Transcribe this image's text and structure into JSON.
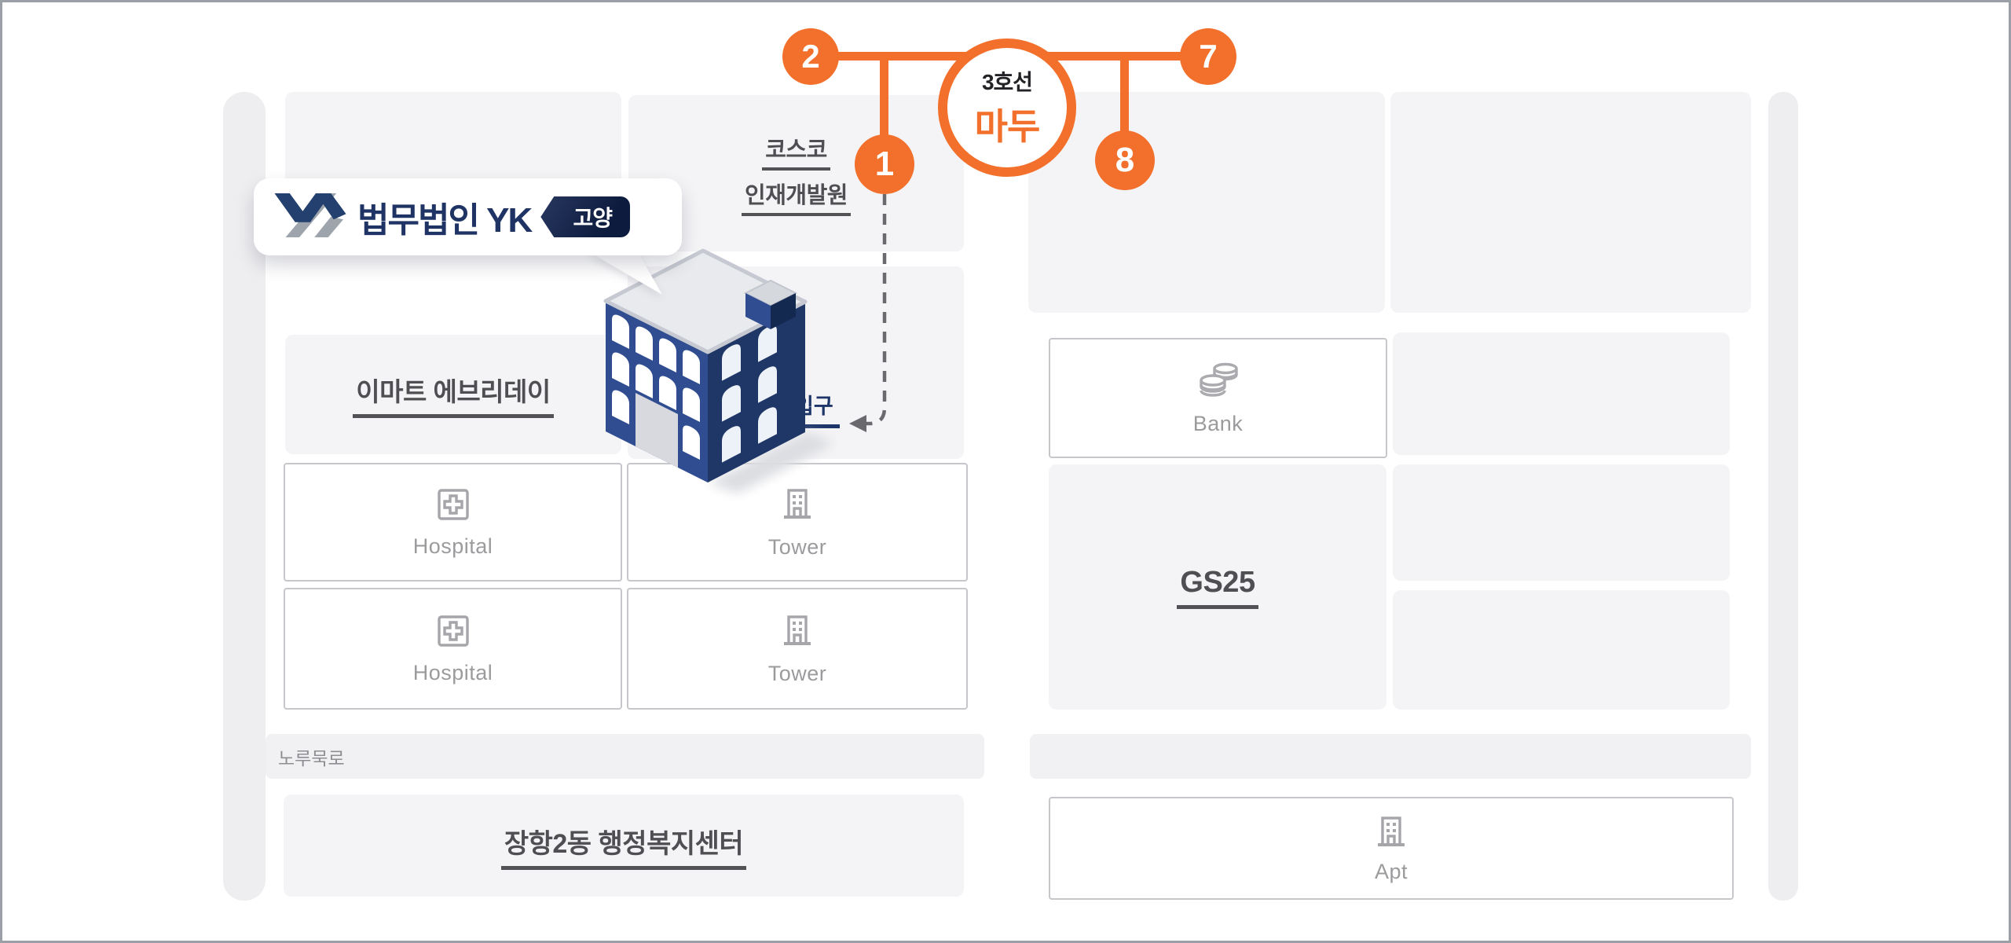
{
  "station": {
    "line_label": "3호선",
    "name": "마두",
    "exit_left": "2",
    "exit_right": "7",
    "exit_inner_left": "1",
    "exit_inner_right": "8"
  },
  "logo": {
    "firm": "법무법인 YK",
    "branch": "고양"
  },
  "entrance": {
    "label": "입구"
  },
  "places": {
    "kosco": [
      "코스코",
      "인재개발원"
    ],
    "emart": "이마트 에브리데이",
    "hospital": "Hospital",
    "tower": "Tower",
    "bank": "Bank",
    "gs25": "GS25",
    "apt": "Apt",
    "center": "장항2동 행정복지센터",
    "road": "노루묵로"
  },
  "colors": {
    "accent_orange": "#F2702B",
    "logo_navy": "#1F3465",
    "building_navy": "#2F4D90",
    "building_navy_dark": "#1F3767",
    "label_dark_gray": "#4F4F53",
    "muted_gray": "#9B9B9E"
  }
}
